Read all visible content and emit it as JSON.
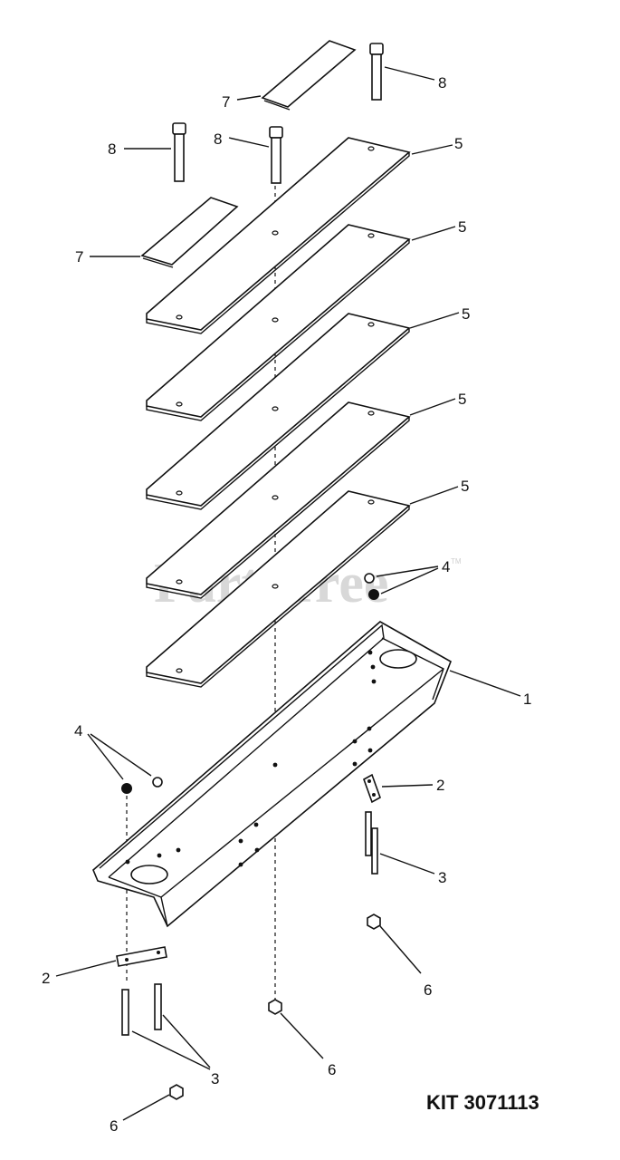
{
  "watermark": {
    "text": "PartsTree",
    "tm": "TM"
  },
  "kit_label": "KIT 3071113",
  "callouts": [
    {
      "id": "c-8-top",
      "text": "8"
    },
    {
      "id": "c-7-top",
      "text": "7"
    },
    {
      "id": "c-8-left",
      "text": "8"
    },
    {
      "id": "c-8-mid",
      "text": "8"
    },
    {
      "id": "c-7-left",
      "text": "7"
    },
    {
      "id": "c-5-a",
      "text": "5"
    },
    {
      "id": "c-5-b",
      "text": "5"
    },
    {
      "id": "c-5-c",
      "text": "5"
    },
    {
      "id": "c-5-d",
      "text": "5"
    },
    {
      "id": "c-5-e",
      "text": "5"
    },
    {
      "id": "c-4-right",
      "text": "4"
    },
    {
      "id": "c-1",
      "text": "1"
    },
    {
      "id": "c-4-left",
      "text": "4"
    },
    {
      "id": "c-2-right",
      "text": "2"
    },
    {
      "id": "c-3-right",
      "text": "3"
    },
    {
      "id": "c-6-right",
      "text": "6"
    },
    {
      "id": "c-2-left",
      "text": "2"
    },
    {
      "id": "c-6-mid",
      "text": "6"
    },
    {
      "id": "c-3-left",
      "text": "3"
    },
    {
      "id": "c-6-left",
      "text": "6"
    }
  ]
}
